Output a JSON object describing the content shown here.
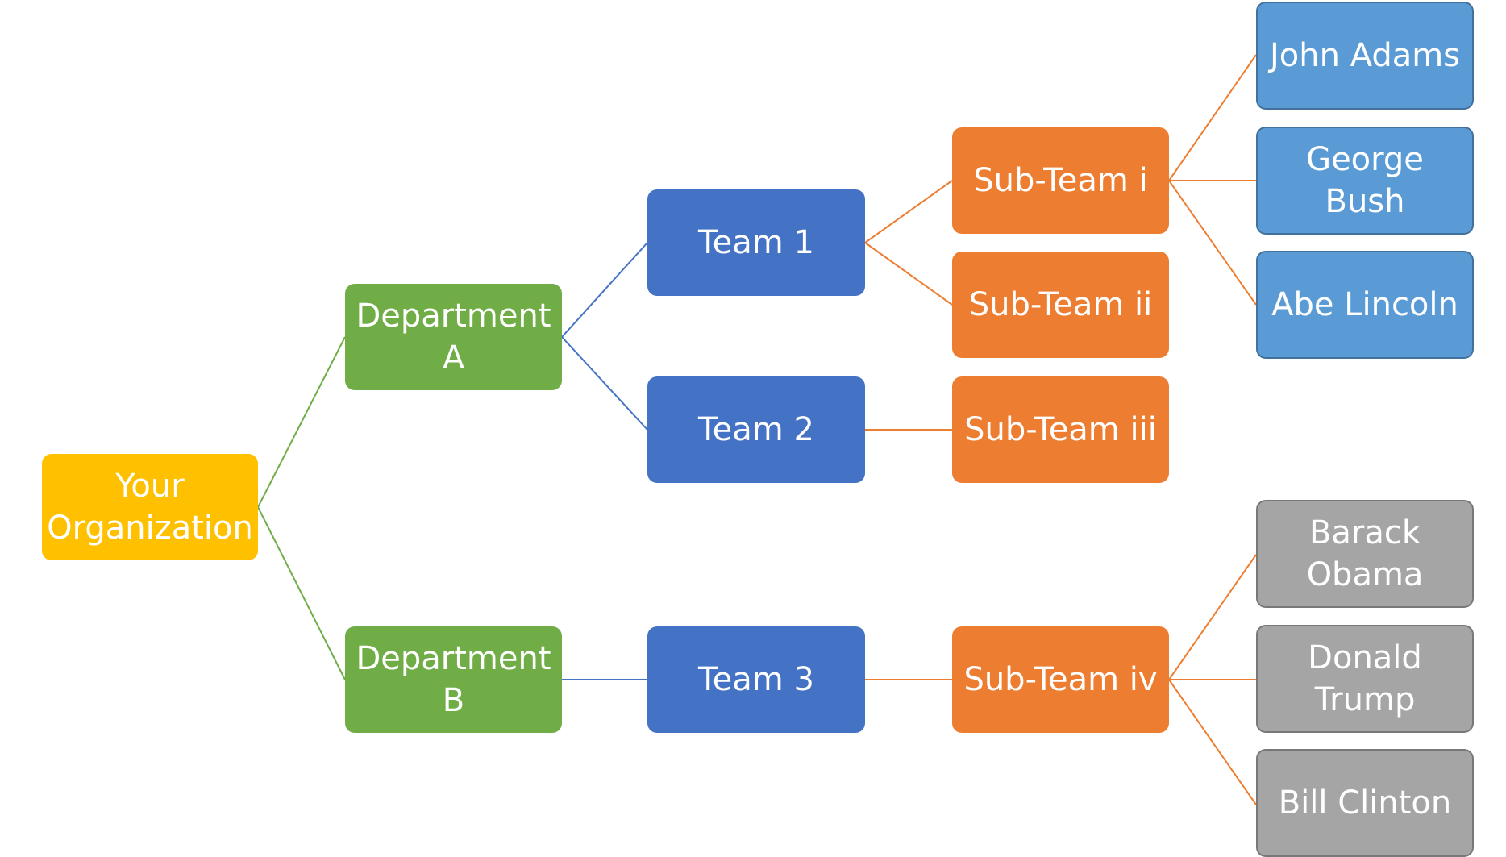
{
  "diagram": {
    "root": {
      "label": "Your\nOrganization"
    },
    "departments": [
      {
        "label": "Department\nA"
      },
      {
        "label": "Department\nB"
      }
    ],
    "teams": [
      {
        "label": "Team 1"
      },
      {
        "label": "Team 2"
      },
      {
        "label": "Team 3"
      }
    ],
    "sub_teams": [
      {
        "label": "Sub-Team i"
      },
      {
        "label": "Sub-Team ii"
      },
      {
        "label": "Sub-Team iii"
      },
      {
        "label": "Sub-Team iv"
      }
    ],
    "members_sub_team_i": [
      {
        "label": "John Adams"
      },
      {
        "label": "George Bush"
      },
      {
        "label": "Abe Lincoln"
      }
    ],
    "members_sub_team_iv": [
      {
        "label": "Barack\nObama"
      },
      {
        "label": "Donald\nTrump"
      },
      {
        "label": "Bill Clinton"
      }
    ],
    "colors": {
      "organization": "#ffc000",
      "department": "#70ad47",
      "team": "#4472c4",
      "sub_team": "#ed7d31",
      "member_group_1": "#5b9bd5",
      "member_group_2": "#a5a5a5"
    }
  }
}
